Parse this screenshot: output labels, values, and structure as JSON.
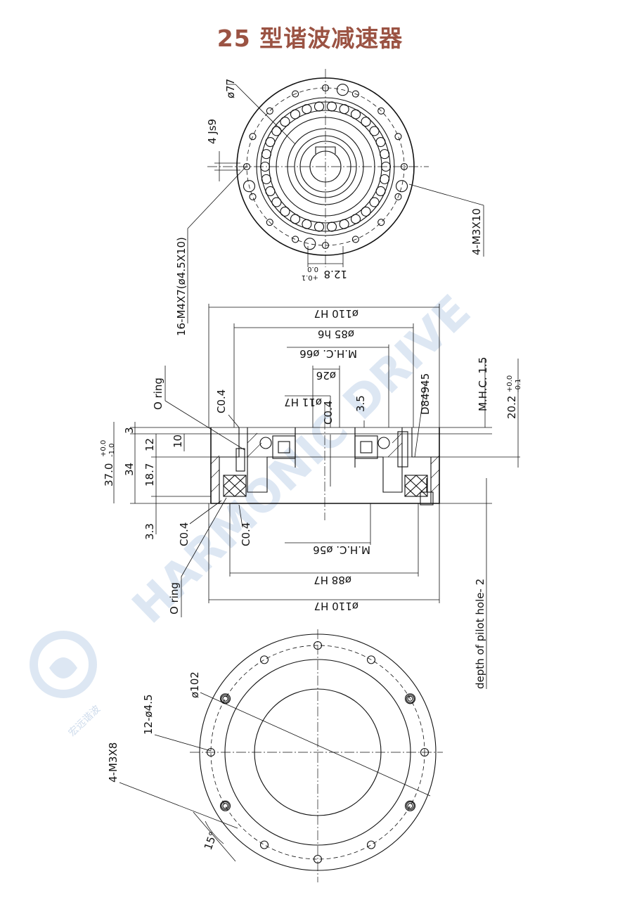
{
  "title": "25 型谐波减速器",
  "watermark": {
    "text": "HARMONIC DRIVE",
    "logo_caption": "宏远谐波"
  },
  "top_view": {
    "dim_diameter": "ø77",
    "dim_keyway": "4 Js9",
    "dim_screw": "4-M3X10",
    "dim_holes": "16-M4X7(ø4.5X10)",
    "dim_key_depth": "12.8",
    "dim_key_tol_upper": "+0.1",
    "dim_key_tol_lower": "0.0"
  },
  "section_view": {
    "dim_top_110": "ø110 H7",
    "dim_85": "ø85 h6",
    "dim_mhc66": "M.H.C. ø66",
    "dim_26": "ø26",
    "dim_11": "ø11 H7",
    "dim_c04_a": "C0.4",
    "dim_c04_b": "C0.4",
    "dim_c04_c": "C0.4",
    "dim_c04_d": "C0.4",
    "dim_3_5": "3.5",
    "dim_bearing": "D84945",
    "dim_mhc15": "M.H.C. 1.5",
    "dim_20_2": "20.2",
    "dim_20_2_tol_upper": "+0.0",
    "dim_20_2_tol_lower": "-0.1",
    "dim_oring_top": "O ring",
    "dim_oring_bottom": "O ring",
    "dim_37": "37.0",
    "dim_37_tol_upper": "+0.0",
    "dim_37_tol_lower": "-1.0",
    "dim_3": "3",
    "dim_12": "12",
    "dim_10": "10",
    "dim_34": "34",
    "dim_18_7": "18.7",
    "dim_3_3": "3.3",
    "dim_mhc56": "M.H.C. ø56",
    "dim_88": "ø88 H7",
    "dim_bottom_110": "ø110 H7",
    "dim_pilot": "depth of pilot hole- 2"
  },
  "bottom_view": {
    "dim_102": "ø102",
    "dim_12holes": "12-ø4.5",
    "dim_m3x8": "4-M3X8",
    "dim_angle": "15°"
  }
}
